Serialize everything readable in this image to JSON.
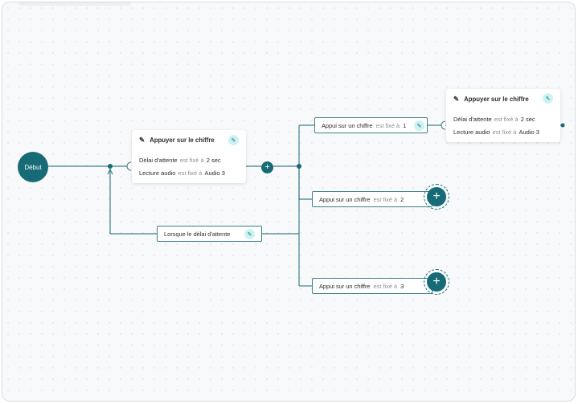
{
  "start": {
    "label": "Début"
  },
  "action_main": {
    "title": "Appuyer sur le chiffre",
    "rows": [
      {
        "param": "Délai d'attente",
        "op": "est fixé à",
        "value": "2 sec"
      },
      {
        "param": "Lecture audio",
        "op": "est fixé à",
        "value": "Audio 3"
      }
    ]
  },
  "timeout_condition": {
    "label": "Lorsque le délai d'attente"
  },
  "branches": [
    {
      "label": "Appui sur un chiffre",
      "op": "est fixé à",
      "value": "1"
    },
    {
      "label": "Appui sur un chiffre",
      "op": "est fixé à",
      "value": "2"
    },
    {
      "label": "Appui sur un chiffre",
      "op": "est fixé à",
      "value": "3"
    }
  ],
  "action_branch1": {
    "title": "Appuyer sur le chiffre",
    "rows": [
      {
        "param": "Délai d'attente",
        "op": "est fixé à",
        "value": "2 sec"
      },
      {
        "param": "Lecture audio",
        "op": "est fixé à",
        "value": "Audio 3"
      }
    ]
  },
  "icons": {
    "edit": "pencil-icon",
    "add": "plus-icon"
  },
  "colors": {
    "accent": "#176b77",
    "edit_bg": "#cdf2f4",
    "wire": "#3f7f88"
  }
}
